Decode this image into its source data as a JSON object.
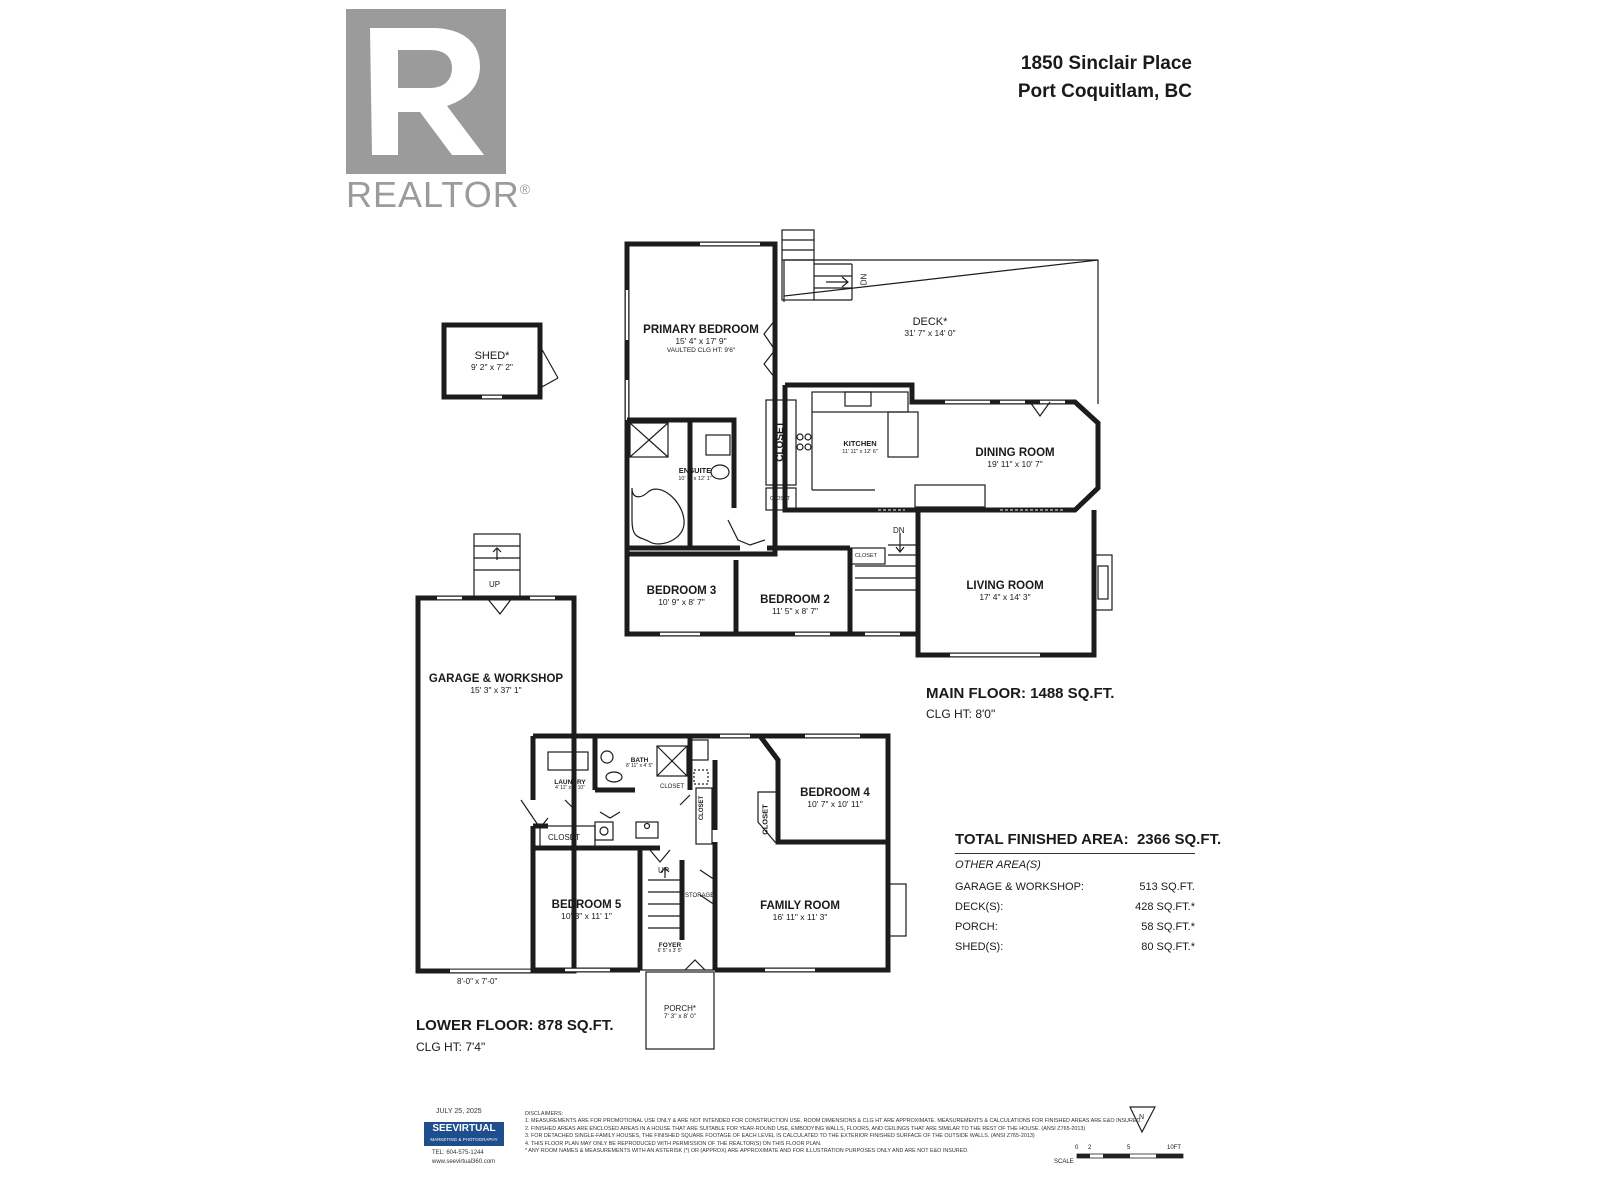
{
  "branding": {
    "realtor_wordmark": "REALTOR",
    "realtor_mark": "®",
    "company_name": "SEEVIRTUAL",
    "company_tagline": "MARKETING & PHOTOGRAPHY",
    "phone": "TEL: 604-575-1244",
    "website": "www.seevirtual360.com",
    "brand_color": "#1f4e8c"
  },
  "address": {
    "line1": "1850 Sinclair Place",
    "line2": "Port Coquitlam, BC"
  },
  "date": "JULY 25, 2025",
  "rooms": {
    "shed": {
      "name": "SHED*",
      "dim": "9' 2\" x 7' 2\""
    },
    "primary_bedroom": {
      "name": "PRIMARY BEDROOM",
      "dim": "15' 4\" x 17' 9\"",
      "note": "VAULTED CLG HT: 9'6\""
    },
    "deck": {
      "name": "DECK*",
      "dim": "31' 7\" x 14' 0\""
    },
    "deck_stair": "DN",
    "closet_main": "CLOSET",
    "closet_small": "CLOSET",
    "closet_stair": "CLOSET",
    "kitchen": {
      "name": "KITCHEN",
      "dim": "11' 11\" x 12' 6\""
    },
    "dining_room": {
      "name": "DINING ROOM",
      "dim": "19' 11\" x 10' 7\""
    },
    "ensuite": {
      "name": "ENSUITE",
      "dim": "10' 6\" x 12' 1\""
    },
    "bedroom3": {
      "name": "BEDROOM 3",
      "dim": "10' 9\" x 8' 7\""
    },
    "bedroom2": {
      "name": "BEDROOM 2",
      "dim": "11' 5\" x 8' 7\""
    },
    "main_stair": "DN",
    "living_room": {
      "name": "LIVING ROOM",
      "dim": "17' 4\" x 14' 3\""
    },
    "garage": {
      "name": "GARAGE & WORKSHOP",
      "dim": "15' 3\" x 37' 1\""
    },
    "garage_stair": "UP",
    "garage_door": "8'-0\" x 7'-0\"",
    "laundry": {
      "name": "LAUNDRY",
      "dim": "4' 11\" x 4' 10\""
    },
    "bath": {
      "name": "BATH",
      "dim": "8' 11\" x 4' 5\""
    },
    "closet_l1": "CLOSET",
    "closet_l2": "CLOSET",
    "closet_l3": "CLOSET",
    "closet_l4": "CLOSET",
    "bedroom4": {
      "name": "BEDROOM 4",
      "dim": "10' 7\" x 10' 11\""
    },
    "bedroom5": {
      "name": "BEDROOM 5",
      "dim": "10' 3\" x 11' 1\""
    },
    "lower_stair": "UP",
    "storage": "STORAGE",
    "family_room": {
      "name": "FAMILY ROOM",
      "dim": "16' 11\" x 11' 3\""
    },
    "foyer": {
      "name": "FOYER",
      "dim": "6' 5\" x 3' 5\""
    },
    "porch": {
      "name": "PORCH*",
      "dim": "7' 3\" x 8' 0\""
    }
  },
  "main_floor": {
    "title": "MAIN FLOOR: 1488 SQ.FT.",
    "ceiling": "CLG HT: 8'0\""
  },
  "lower_floor": {
    "title": "LOWER FLOOR: 878 SQ.FT.",
    "ceiling": "CLG HT: 7'4\""
  },
  "summary": {
    "total_label": "TOTAL FINISHED AREA:",
    "total_value": "2366 SQ.FT.",
    "other_label": "OTHER AREA(S)",
    "rows": [
      {
        "label": "GARAGE & WORKSHOP:",
        "value": "513 SQ.FT."
      },
      {
        "label": "DECK(S):",
        "value": "428 SQ.FT.*"
      },
      {
        "label": "PORCH:",
        "value": "58 SQ.FT.*"
      },
      {
        "label": "SHED(S):",
        "value": "80 SQ.FT.*"
      }
    ]
  },
  "disclaimers": {
    "heading": "DISCLAIMERS:",
    "lines": [
      "1. MEASUREMENTS ARE FOR PROMOTIONAL USE ONLY & ARE NOT INTENDED FOR CONSTRUCTION USE. ROOM DIMENSIONS & CLG HT ARE APPROXIMATE. MEASUREMENTS & CALCULATIONS FOR FINISHED AREAS ARE E&O INSURED.",
      "2. FINISHED AREAS ARE ENCLOSED AREAS IN A HOUSE THAT ARE SUITABLE FOR YEAR-ROUND USE, EMBODYING WALLS, FLOORS, AND CEILINGS THAT ARE SIMILAR TO THE REST OF THE HOUSE. (ANSI Z765-2013)",
      "3. FOR DETACHED SINGLE-FAMILY HOUSES, THE FINISHED SQUARE FOOTAGE OF EACH LEVEL IS CALCULATED TO THE EXTERIOR FINISHED SURFACE OF THE OUTSIDE WALLS. (ANSI Z765-2013)",
      "4. THIS FLOOR PLAN MAY ONLY BE REPRODUCED WITH PERMISSION OF THE REALTOR(S) ON THIS FLOOR PLAN.",
      "* ANY ROOM NAMES & MEASUREMENTS WITH AN ASTERISK (*) OR (APPROX) ARE APPROXIMATE AND FOR ILLUSTRATION PURPOSES ONLY AND ARE NOT E&O INSURED."
    ]
  },
  "north": "N",
  "scale": {
    "label": "SCALE",
    "ticks": [
      "0",
      "2",
      "5",
      "10FT"
    ]
  }
}
